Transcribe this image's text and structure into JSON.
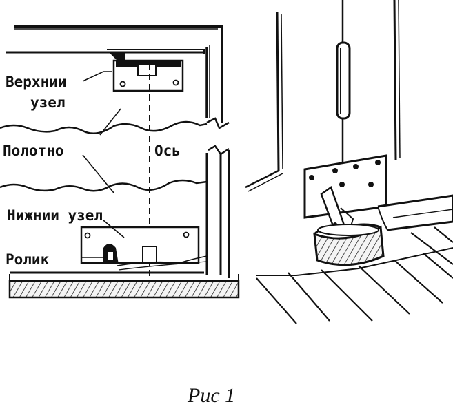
{
  "figure": {
    "labels": {
      "upper_node": [
        "Верхнии",
        "узел"
      ],
      "panel": "Полотно",
      "axis": "Ось",
      "lower_node": "Нижнии узел",
      "roller": "Ролик"
    },
    "caption": "Рис 1"
  }
}
